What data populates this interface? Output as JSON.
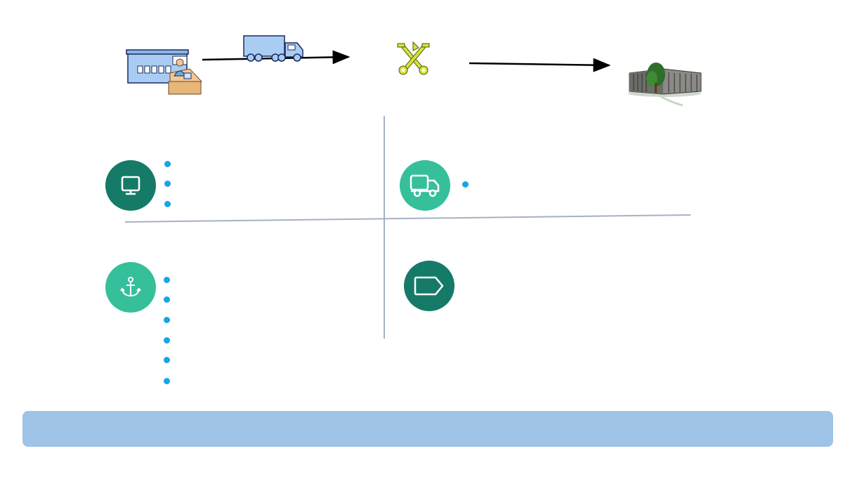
{
  "colors": {
    "dark_teal": "#167a68",
    "light_teal": "#36bf9b",
    "bullet": "#15a6e9",
    "divider": "#a5b1c3",
    "banner": "#9fc3e6",
    "arrow": "#000000"
  },
  "top_flow": {
    "icons": [
      "warehouse-clerk-icon",
      "truck-icon",
      "customs-keys-icon",
      "office-building-icon"
    ]
  },
  "quadrants": [
    {
      "name": "top-left",
      "icon": "monitor-icon",
      "bullet_count": 3
    },
    {
      "name": "top-right",
      "icon": "truck-icon",
      "bullet_count": 1
    },
    {
      "name": "bottom-left",
      "icon": "anchor-icon",
      "bullet_count": 6
    },
    {
      "name": "bottom-right",
      "icon": "tag-icon",
      "bullet_count": 0
    }
  ],
  "banner": {
    "text": ""
  }
}
